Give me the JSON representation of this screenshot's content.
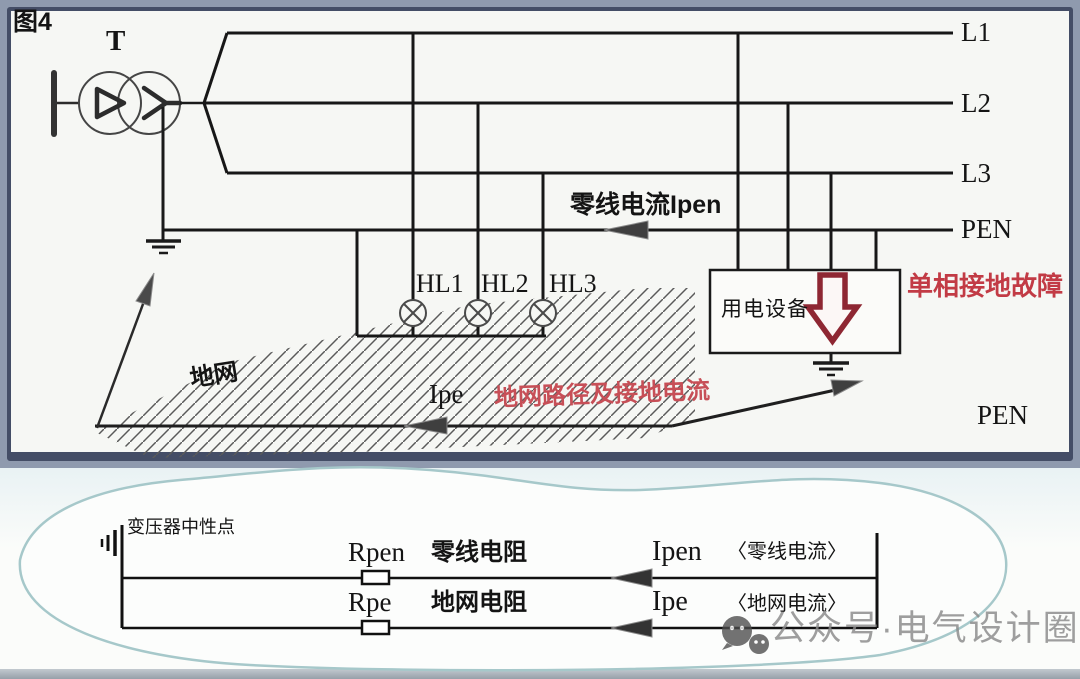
{
  "figure_label": "图4",
  "top_panel": {
    "transformer_label": "T",
    "line_labels": [
      {
        "label": "L1"
      },
      {
        "label": "L2"
      },
      {
        "label": "L3"
      },
      {
        "label": "PEN"
      }
    ],
    "neutral_current_label": "零线电流Ipen",
    "lamp_labels": [
      {
        "label": "HL1"
      },
      {
        "label": "HL2"
      },
      {
        "label": "HL3"
      }
    ],
    "equipment_box_label": "用电设备",
    "fault_label": "单相接地故障",
    "ground_mesh_label": "地网",
    "ground_current_label": "Ipe",
    "ground_path_label": "地网路径及接地电流",
    "pen_corner_label": "PEN"
  },
  "bottom_panel": {
    "neutral_point_label": "变压器中性点",
    "rows": [
      {
        "resistance_symbol": "Rpen",
        "resistance_name": "零线电阻",
        "current_symbol": "Ipen",
        "current_name": "〈零线电流〉"
      },
      {
        "resistance_symbol": "Rpe",
        "resistance_name": "地网电阻",
        "current_symbol": "Ipe",
        "current_name": "〈地网电流〉"
      }
    ]
  },
  "watermark": {
    "icon": "wechat-icon",
    "text": "公众号·电气设计圈"
  },
  "colors": {
    "frame": "#8f9aae",
    "panel_border": "#444d66",
    "line": "#1a1a1a",
    "fault_text": "#c23b45",
    "path_text": "#c74f57",
    "arrow_red": "#8e2733",
    "cloud": "#a6c8ca",
    "watermark": "#8a8a8a"
  }
}
